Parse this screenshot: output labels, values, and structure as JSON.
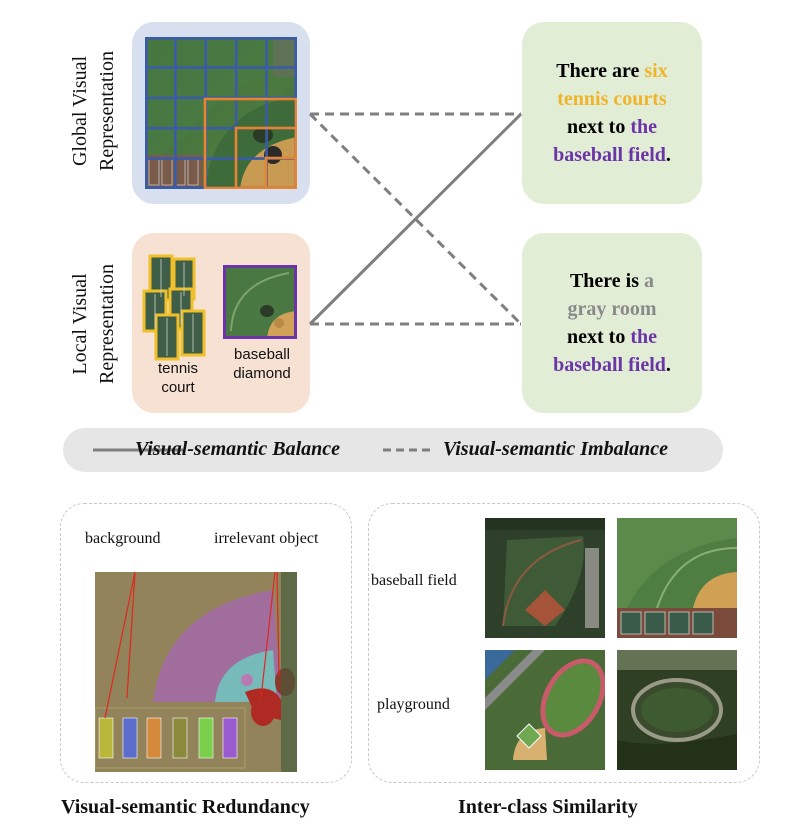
{
  "top": {
    "global_label": "Global Visual Representation",
    "global_label_line1": "Global Visual",
    "global_label_line2": "Representation",
    "local_label_line1": "Local Visual",
    "local_label_line2": "Representation",
    "tennis_label_line1": "tennis",
    "tennis_label_line2": "court",
    "baseball_label_line1": "baseball",
    "baseball_label_line2": "diamond"
  },
  "captions": {
    "first": {
      "line1_a": "There are ",
      "line1_b": "six",
      "line2": "tennis courts",
      "line3_a": "next to ",
      "line3_b": "the",
      "line4_a": "baseball field",
      "line4_b": "."
    },
    "second": {
      "line1_a": "There is ",
      "line1_b": "a",
      "line2": "gray room",
      "line3_a": "next to ",
      "line3_b": "the",
      "line4_a": "baseball field",
      "line4_b": "."
    }
  },
  "legend": {
    "balance": "Visual-semantic Balance",
    "imbalance": "Visual-semantic Imbalance"
  },
  "bottom": {
    "redundancy": {
      "background": "background",
      "irrelevant": "irrelevant object",
      "title": "Visual-semantic Redundancy"
    },
    "similarity": {
      "row1": "baseball field",
      "row2": "playground",
      "title": "Inter-class Similarity"
    }
  },
  "colors": {
    "global_panel": "#d8e0f0",
    "local_panel": "#f6e1d3",
    "text_card": "#e2edd6",
    "yellow": "#f0b429",
    "purple": "#6b35a8",
    "gray": "#8a8a8a",
    "grid_blue": "#3a5ba8",
    "box_orange": "#e8832e",
    "line_gray": "#7f7f7f"
  }
}
